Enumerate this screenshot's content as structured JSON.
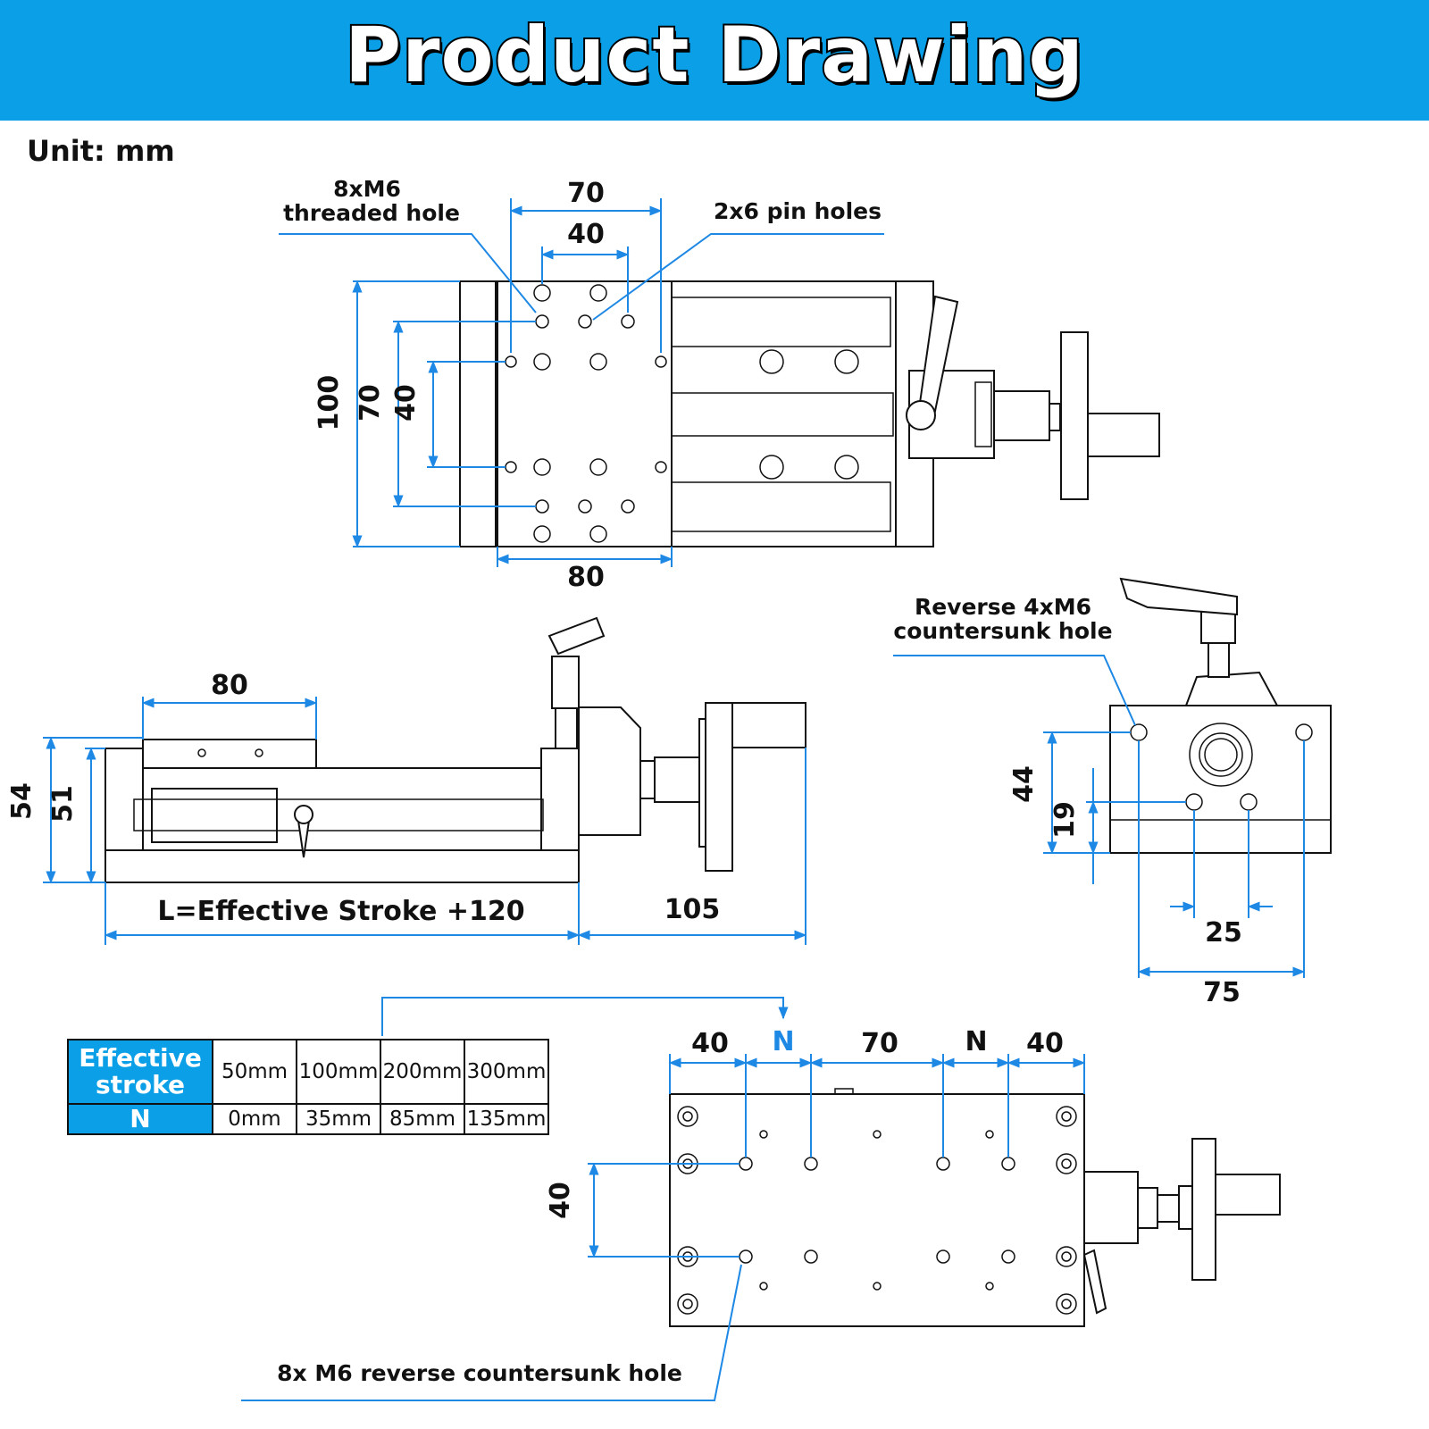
{
  "header": {
    "title": "Product Drawing"
  },
  "unit_label": "Unit: mm",
  "top_view": {
    "dim_width_outer": "70",
    "dim_width_inner": "40",
    "dim_height_outer": "100",
    "dim_height_mid": "70",
    "dim_height_inner": "40",
    "dim_bottom_width": "80",
    "note_threaded_line1": "8xM6",
    "note_threaded_line2": "threaded hole",
    "note_pin": "2x6 pin holes"
  },
  "side_view": {
    "dim_top": "80",
    "dim_height_outer": "54",
    "dim_height_inner": "51",
    "dim_length": "L=Effective Stroke +120",
    "dim_handle": "105"
  },
  "end_view": {
    "note_line1": "Reverse 4xM6",
    "note_line2": "countersunk hole",
    "dim_44": "44",
    "dim_19": "19",
    "dim_25": "25",
    "dim_75": "75"
  },
  "bottom_view": {
    "dim_left": "40",
    "dim_n_left": "N",
    "dim_center": "70",
    "dim_n_right": "N",
    "dim_right": "40",
    "dim_vertical": "40",
    "note_holes": "8x M6 reverse countersunk hole"
  },
  "table": {
    "row1_header_line1": "Effective",
    "row1_header_line2": "stroke",
    "row1_values": [
      "50mm",
      "100mm",
      "200mm",
      "300mm"
    ],
    "row2_header": "N",
    "row2_values": [
      "0mm",
      "35mm",
      "85mm",
      "135mm"
    ]
  },
  "colors": {
    "banner": "#0a9fe6",
    "dimension": "#1e88e5",
    "n_label": "#1e88e5"
  }
}
